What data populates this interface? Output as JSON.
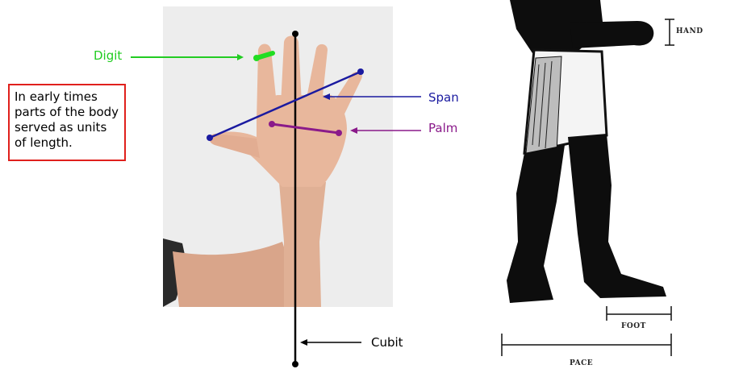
{
  "note": {
    "text": "In early times parts of the body served as units of length."
  },
  "labels": {
    "digit": "Digit",
    "span": "Span",
    "palm": "Palm",
    "cubit": "Cubit"
  },
  "figure_labels": {
    "hand": "HAND",
    "foot": "FOOT",
    "pace": "PACE"
  },
  "colors": {
    "digit": "#22cc22",
    "span": "#1a1aa0",
    "palm": "#8a1a8a",
    "cubit": "#000000",
    "note_border": "#e0201c"
  }
}
